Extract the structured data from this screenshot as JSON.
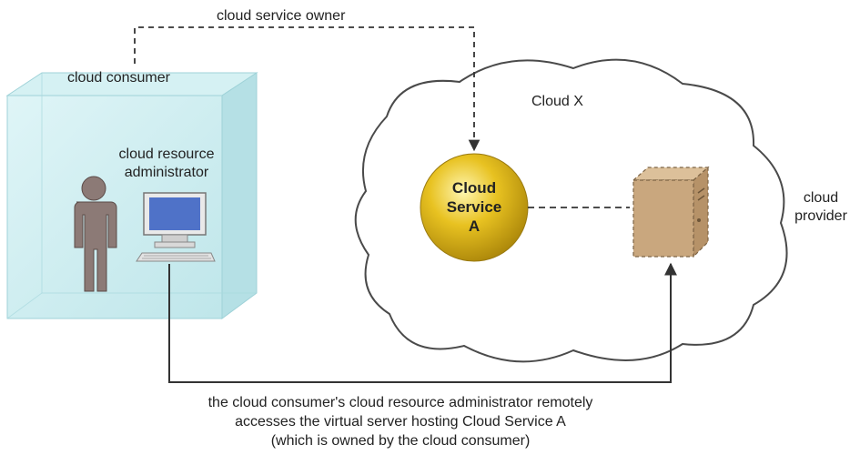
{
  "labels": {
    "service_owner": "cloud service owner",
    "consumer": "cloud consumer",
    "cloud_name": "Cloud X",
    "administrator": [
      "cloud resource",
      "administrator"
    ],
    "service": [
      "Cloud",
      "Service",
      "A"
    ],
    "provider": [
      "cloud",
      "provider"
    ]
  },
  "caption": [
    "the cloud consumer's cloud resource administrator remotely",
    "accesses the virtual server hosting Cloud Service A",
    "(which is owned by the cloud consumer)"
  ],
  "colors": {
    "consumer_box": "#c6ebee",
    "cloud_outline": "#4a4a4a",
    "service_gold": "#e8c221",
    "server_tan": "#c9a77e",
    "person": "#8c7a76",
    "monitor_screen": "#4f72c8",
    "connector": "#333333"
  },
  "icons": [
    "person-icon",
    "computer-icon",
    "server-icon"
  ]
}
